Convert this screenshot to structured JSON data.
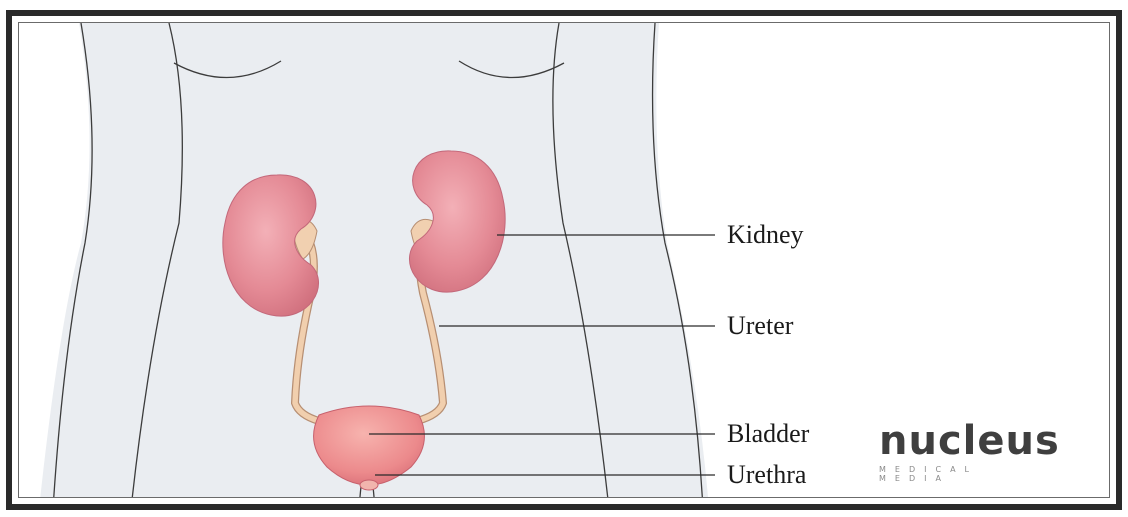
{
  "labels": {
    "kidney": "Kidney",
    "ureter": "Ureter",
    "bladder": "Bladder",
    "urethra": "Urethra"
  },
  "logo": {
    "name": "nucleus",
    "tagline": "MEDICAL MEDIA"
  },
  "colors": {
    "frame": "#2a2a2a",
    "body_fill": "#eaedf1",
    "outline": "#3c3c3c",
    "kidney": "#e2838f",
    "ureter": "#f1cfae",
    "bladder": "#ec8a8c"
  }
}
